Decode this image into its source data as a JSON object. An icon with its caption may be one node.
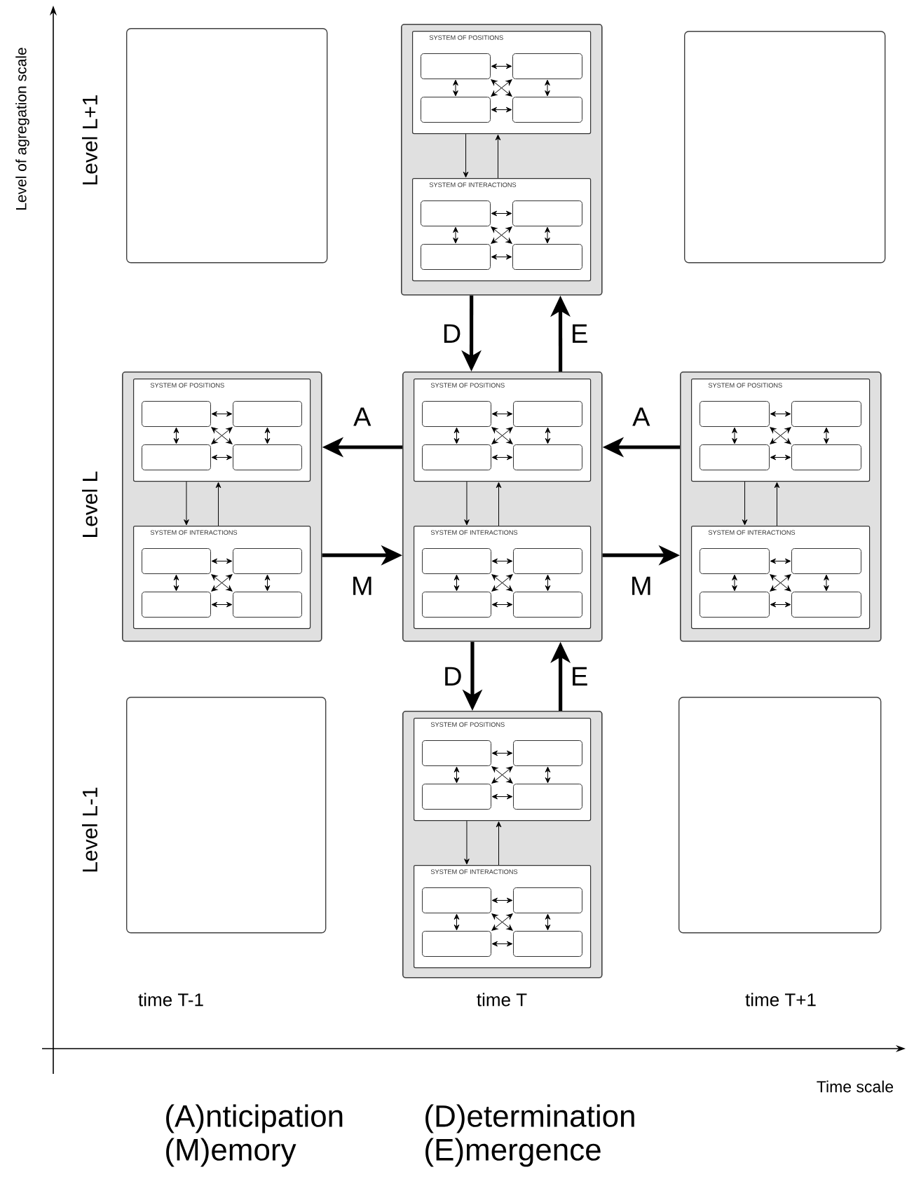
{
  "diagram": {
    "nodes": [
      {
        "text": [],
        "shape": "box"
      },
      {
        "text": [],
        "shape": "box"
      },
      {
        "text": [
          "SYSTEM OF POSITIONS"
        ],
        "in": 1
      },
      {
        "text": [],
        "shape": "box",
        "in": 2
      },
      {
        "text": [],
        "shape": "box",
        "in": 2
      },
      {
        "text": [],
        "shape": "box",
        "in": 2
      },
      {
        "text": [],
        "shape": "box",
        "in": 2
      },
      {
        "text": [
          "SYSTEM OF INTERACTIONS"
        ],
        "in": 1
      },
      {
        "text": [],
        "shape": "box",
        "in": 7
      },
      {
        "text": [],
        "shape": "box",
        "in": 7
      },
      {
        "text": [],
        "shape": "box",
        "in": 7
      },
      {
        "text": [],
        "shape": "box",
        "in": 7
      },
      {
        "text": [],
        "shape": "box"
      },
      {
        "text": [],
        "shape": "box"
      },
      {
        "text": [
          "SYSTEM OF POSITIONS"
        ],
        "in": 13
      },
      {
        "text": [],
        "shape": "box",
        "in": 14
      },
      {
        "text": [],
        "shape": "box",
        "in": 14
      },
      {
        "text": [],
        "shape": "box",
        "in": 14
      },
      {
        "text": [],
        "shape": "box",
        "in": 14
      },
      {
        "text": [
          "SYSTEM OF INTERACTIONS"
        ],
        "in": 13
      },
      {
        "text": [],
        "shape": "box",
        "in": 19
      },
      {
        "text": [],
        "shape": "box",
        "in": 19
      },
      {
        "text": [],
        "shape": "box",
        "in": 19
      },
      {
        "text": [],
        "shape": "box",
        "in": 19
      },
      {
        "text": [],
        "shape": "box"
      },
      {
        "text": [
          "SYSTEM OF POSITIONS"
        ],
        "in": 24
      },
      {
        "text": [],
        "shape": "box",
        "in": 25
      },
      {
        "text": [],
        "shape": "box",
        "in": 25
      },
      {
        "text": [],
        "shape": "box",
        "in": 25
      },
      {
        "text": [],
        "shape": "box",
        "in": 25
      },
      {
        "text": [
          "SYSTEM OF INTERACTIONS"
        ],
        "in": 24
      },
      {
        "text": [],
        "shape": "box",
        "in": 30
      },
      {
        "text": [],
        "shape": "box",
        "in": 30
      },
      {
        "text": [],
        "shape": "box",
        "in": 30
      },
      {
        "text": [],
        "shape": "box",
        "in": 30
      },
      {
        "text": [],
        "shape": "box"
      },
      {
        "text": [
          "SYSTEM OF POSITIONS"
        ],
        "in": 35
      },
      {
        "text": [],
        "shape": "box",
        "in": 36
      },
      {
        "text": [],
        "shape": "box",
        "in": 36
      },
      {
        "text": [],
        "shape": "box",
        "in": 36
      },
      {
        "text": [],
        "shape": "box",
        "in": 36
      },
      {
        "text": [
          "SYSTEM OF INTERACTIONS"
        ],
        "in": 35
      },
      {
        "text": [],
        "shape": "box",
        "in": 41
      },
      {
        "text": [],
        "shape": "box",
        "in": 41
      },
      {
        "text": [],
        "shape": "box",
        "in": 41
      },
      {
        "text": [],
        "shape": "box",
        "in": 41
      },
      {
        "text": [],
        "shape": "box"
      },
      {
        "text": [],
        "shape": "box"
      },
      {
        "text": [
          "SYSTEM OF POSITIONS"
        ],
        "in": 47
      },
      {
        "text": [],
        "shape": "box",
        "in": 48
      },
      {
        "text": [],
        "shape": "box",
        "in": 48
      },
      {
        "text": [],
        "shape": "box",
        "in": 48
      },
      {
        "text": [],
        "shape": "box",
        "in": 48
      },
      {
        "text": [
          "SYSTEM OF INTERACTIONS"
        ],
        "in": 47
      },
      {
        "text": [],
        "shape": "box",
        "in": 53
      },
      {
        "text": [],
        "shape": "box",
        "in": 53
      },
      {
        "text": [],
        "shape": "box",
        "in": 53
      },
      {
        "text": [],
        "shape": "box",
        "in": 53
      },
      {
        "text": [],
        "shape": "box"
      }
    ],
    "edges": [
      {
        "from": 3,
        "to": 5,
        "arrow": "both"
      },
      {
        "from": 4,
        "to": 6,
        "arrow": "both"
      },
      {
        "from": 3,
        "to": 4,
        "arrow": "both"
      },
      {
        "from": 5,
        "to": 6,
        "arrow": "both"
      },
      {
        "from": 3,
        "to": 6,
        "arrow": "both"
      },
      {
        "from": 4,
        "to": 5,
        "arrow": "both"
      },
      {
        "from": 8,
        "to": 10,
        "arrow": "both"
      },
      {
        "from": 9,
        "to": 11,
        "arrow": "both"
      },
      {
        "from": 8,
        "to": 9,
        "arrow": "both"
      },
      {
        "from": 10,
        "to": 11,
        "arrow": "both"
      },
      {
        "from": 8,
        "to": 11,
        "arrow": "both"
      },
      {
        "from": 9,
        "to": 10,
        "arrow": "both"
      },
      {
        "from": 2,
        "to": 7,
        "arrow": "to"
      },
      {
        "from": 7,
        "to": 2,
        "arrow": "to"
      },
      {
        "from": 15,
        "to": 17,
        "arrow": "both"
      },
      {
        "from": 16,
        "to": 18,
        "arrow": "both"
      },
      {
        "from": 15,
        "to": 16,
        "arrow": "both"
      },
      {
        "from": 17,
        "to": 18,
        "arrow": "both"
      },
      {
        "from": 15,
        "to": 18,
        "arrow": "both"
      },
      {
        "from": 16,
        "to": 17,
        "arrow": "both"
      },
      {
        "from": 20,
        "to": 22,
        "arrow": "both"
      },
      {
        "from": 21,
        "to": 23,
        "arrow": "both"
      },
      {
        "from": 20,
        "to": 21,
        "arrow": "both"
      },
      {
        "from": 22,
        "to": 23,
        "arrow": "both"
      },
      {
        "from": 20,
        "to": 23,
        "arrow": "both"
      },
      {
        "from": 21,
        "to": 22,
        "arrow": "both"
      },
      {
        "from": 14,
        "to": 19,
        "arrow": "to"
      },
      {
        "from": 19,
        "to": 14,
        "arrow": "to"
      },
      {
        "from": 26,
        "to": 28,
        "arrow": "both"
      },
      {
        "from": 27,
        "to": 29,
        "arrow": "both"
      },
      {
        "from": 26,
        "to": 27,
        "arrow": "both"
      },
      {
        "from": 28,
        "to": 29,
        "arrow": "both"
      },
      {
        "from": 26,
        "to": 29,
        "arrow": "both"
      },
      {
        "from": 27,
        "to": 28,
        "arrow": "both"
      },
      {
        "from": 31,
        "to": 33,
        "arrow": "both"
      },
      {
        "from": 32,
        "to": 34,
        "arrow": "both"
      },
      {
        "from": 31,
        "to": 32,
        "arrow": "both"
      },
      {
        "from": 33,
        "to": 34,
        "arrow": "both"
      },
      {
        "from": 31,
        "to": 34,
        "arrow": "both"
      },
      {
        "from": 32,
        "to": 33,
        "arrow": "both"
      },
      {
        "from": 25,
        "to": 30,
        "arrow": "to"
      },
      {
        "from": 30,
        "to": 25,
        "arrow": "to"
      },
      {
        "from": 37,
        "to": 39,
        "arrow": "both"
      },
      {
        "from": 38,
        "to": 40,
        "arrow": "both"
      },
      {
        "from": 37,
        "to": 38,
        "arrow": "both"
      },
      {
        "from": 39,
        "to": 40,
        "arrow": "both"
      },
      {
        "from": 37,
        "to": 40,
        "arrow": "both"
      },
      {
        "from": 38,
        "to": 39,
        "arrow": "both"
      },
      {
        "from": 42,
        "to": 44,
        "arrow": "both"
      },
      {
        "from": 43,
        "to": 45,
        "arrow": "both"
      },
      {
        "from": 42,
        "to": 43,
        "arrow": "both"
      },
      {
        "from": 44,
        "to": 45,
        "arrow": "both"
      },
      {
        "from": 42,
        "to": 45,
        "arrow": "both"
      },
      {
        "from": 43,
        "to": 44,
        "arrow": "both"
      },
      {
        "from": 36,
        "to": 41,
        "arrow": "to"
      },
      {
        "from": 41,
        "to": 36,
        "arrow": "to"
      },
      {
        "from": 49,
        "to": 51,
        "arrow": "both"
      },
      {
        "from": 50,
        "to": 52,
        "arrow": "both"
      },
      {
        "from": 49,
        "to": 50,
        "arrow": "both"
      },
      {
        "from": 51,
        "to": 52,
        "arrow": "both"
      },
      {
        "from": 49,
        "to": 52,
        "arrow": "both"
      },
      {
        "from": 50,
        "to": 51,
        "arrow": "both"
      },
      {
        "from": 54,
        "to": 56,
        "arrow": "both"
      },
      {
        "from": 55,
        "to": 57,
        "arrow": "both"
      },
      {
        "from": 54,
        "to": 55,
        "arrow": "both"
      },
      {
        "from": 56,
        "to": 57,
        "arrow": "both"
      },
      {
        "from": 54,
        "to": 57,
        "arrow": "both"
      },
      {
        "from": 55,
        "to": 56,
        "arrow": "both"
      },
      {
        "from": 48,
        "to": 53,
        "arrow": "to"
      },
      {
        "from": 53,
        "to": 48,
        "arrow": "to"
      },
      {
        "from": 1,
        "to": 24,
        "arrow": "to",
        "label": "D",
        "style": "thick"
      },
      {
        "from": 24,
        "to": 1,
        "arrow": "to",
        "label": "E",
        "style": "thick"
      },
      {
        "from": 24,
        "to": 13,
        "arrow": "to",
        "label": "A",
        "style": "thick"
      },
      {
        "from": 13,
        "to": 24,
        "arrow": "to",
        "label": "M",
        "style": "thick"
      },
      {
        "from": 35,
        "to": 24,
        "arrow": "to",
        "label": "A",
        "style": "thick"
      },
      {
        "from": 24,
        "to": 35,
        "arrow": "to",
        "label": "M",
        "style": "thick"
      },
      {
        "from": 24,
        "to": 47,
        "arrow": "to",
        "label": "D",
        "style": "thick"
      },
      {
        "from": 47,
        "to": 24,
        "arrow": "to",
        "label": "E",
        "style": "thick"
      }
    ],
    "labels": [
      "Level of agregation scale",
      "Level L+1",
      "Level L",
      "Level L-1",
      "time T-1",
      "time T",
      "time T+1",
      "Time scale",
      "(A)nticipation",
      "(D)etermination",
      "(M)emory",
      "(E)mergence"
    ]
  }
}
